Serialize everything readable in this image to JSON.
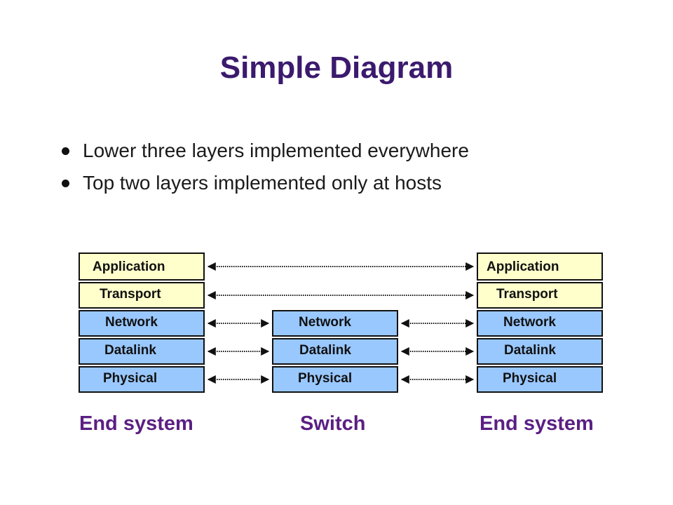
{
  "title": "Simple Diagram",
  "bullets": [
    "Lower three layers implemented everywhere",
    "Top two layers implemented only at hosts"
  ],
  "left_stack": {
    "caption": "End system",
    "layers": [
      "Application",
      "Transport",
      "Network",
      "Datalink",
      "Physical"
    ]
  },
  "middle_stack": {
    "caption": "Switch",
    "layers": [
      "Network",
      "Datalink",
      "Physical"
    ]
  },
  "right_stack": {
    "caption": "End system",
    "layers": [
      "Application",
      "Transport",
      "Network",
      "Datalink",
      "Physical"
    ]
  },
  "colors": {
    "title": "#3b1a6e",
    "caption": "#5b1f83",
    "upper_layer_fill": "#ffffcc",
    "lower_layer_fill": "#99c8ff"
  }
}
